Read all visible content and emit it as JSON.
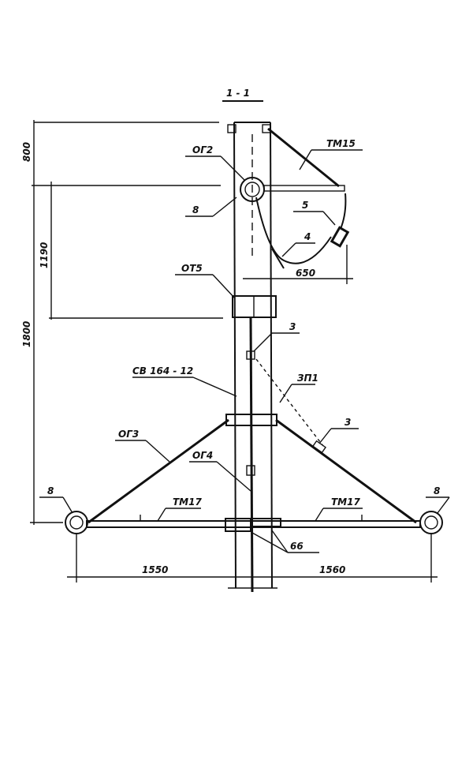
{
  "title": "1 - 1",
  "dimensions": {
    "d800": "800",
    "d1190": "1190",
    "d1800": "1800",
    "d650": "650",
    "d1550": "1550",
    "d1560": "1560"
  },
  "labels": {
    "og2": "ОГ2",
    "tm15": "ТМ15",
    "n8_top": "8",
    "n5": "5",
    "n4": "4",
    "ot5": "ОТ5",
    "n3_top": "3",
    "sv": "СВ 164 - 12",
    "zp1": "ЗП1",
    "og3": "ОГ3",
    "n3_mid": "3",
    "og4": "ОГ4",
    "n8_left": "8",
    "tm17_left": "ТМ17",
    "tm17_right": "ТМ17",
    "n8_right": "8",
    "n66": "66"
  }
}
